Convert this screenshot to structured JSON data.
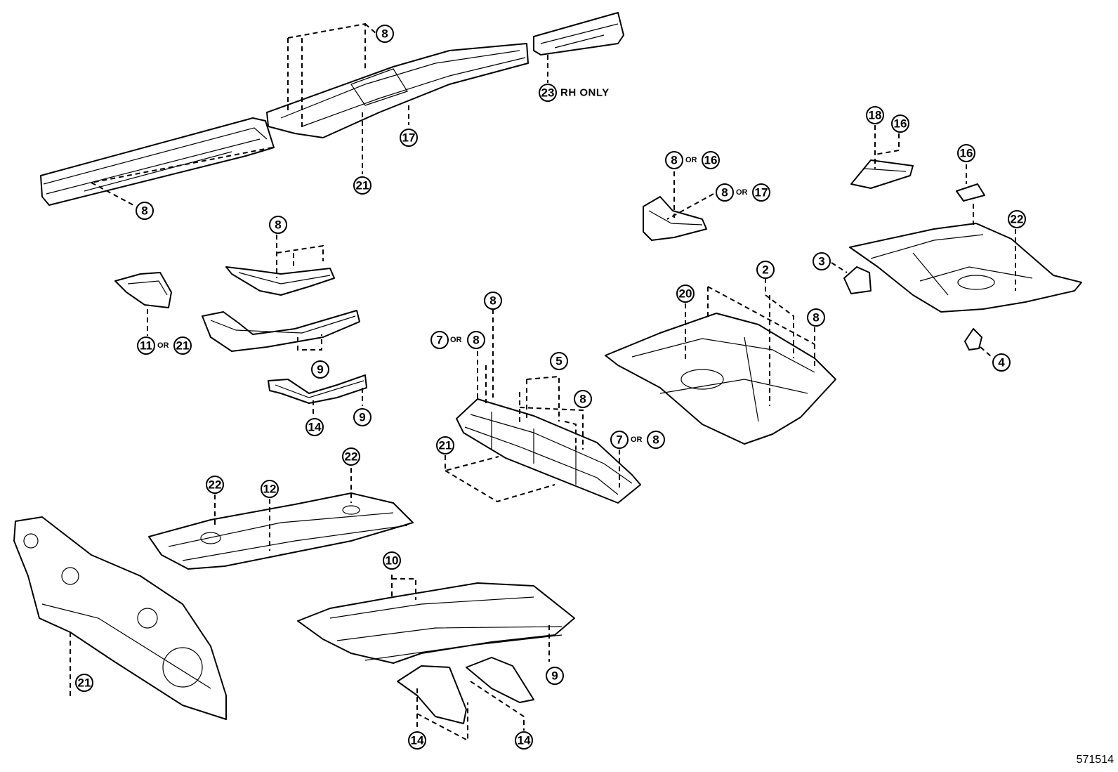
{
  "diagram": {
    "reference_code": "571514",
    "rh_only_note": "RH ONLY",
    "or_label": "OR",
    "callouts": {
      "c1": "8",
      "c2": "23",
      "c3": "17",
      "c4": "21",
      "c5": "8",
      "c6": "18",
      "c7": "16",
      "c8": "8",
      "c9": "16",
      "c10": "8",
      "c11": "17",
      "c12": "16",
      "c13": "22",
      "c14": "8",
      "c15": "11",
      "c16": "21",
      "c17": "9",
      "c18": "14",
      "c19": "9",
      "c20": "8",
      "c21": "7",
      "c22": "8",
      "c23": "5",
      "c24": "8",
      "c25": "7",
      "c26": "8",
      "c27": "21",
      "c28": "20",
      "c29": "2",
      "c30": "8",
      "c31": "3",
      "c32": "4",
      "c33": "22",
      "c34": "12",
      "c35": "22",
      "c36": "21",
      "c37": "10",
      "c38": "9",
      "c39": "14",
      "c40": "14"
    }
  }
}
